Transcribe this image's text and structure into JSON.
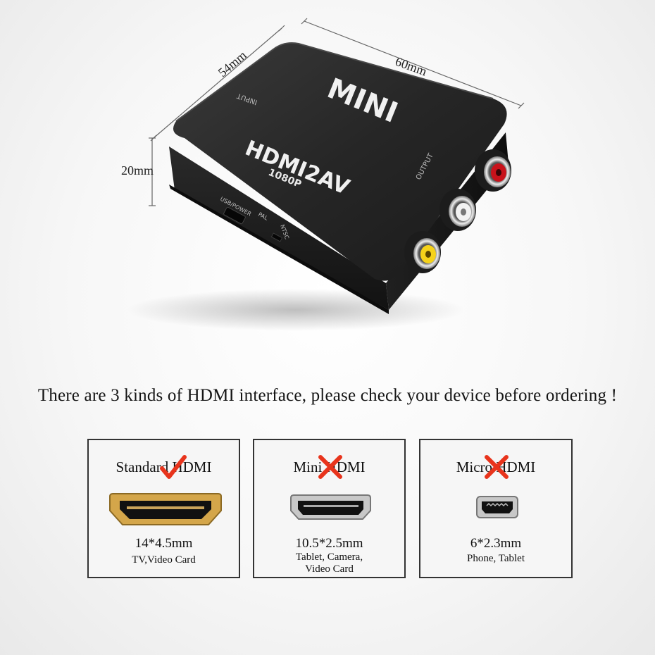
{
  "device": {
    "brand_label": "MINI",
    "model_label": "HDMI2AV",
    "resolution_label": "1080P",
    "input_label": "INPUT",
    "output_label": "OUTPUT",
    "usb_label": "USB/POWER",
    "pal_label": "PAL",
    "ntsc_label": "NTSC",
    "dimensions": {
      "length": "60mm",
      "width": "54mm",
      "height": "20mm"
    },
    "rca_colors": [
      "#c8121b",
      "#f2f2f2",
      "#f5d21a"
    ]
  },
  "headline": "There are 3 kinds of HDMI interface, please check your device before ordering !",
  "interfaces": [
    {
      "name": "Standard HDMI",
      "size": "14*4.5mm",
      "use_lines": [
        "TV,Video Card"
      ],
      "status": "check",
      "connector_color": "#d4a64a"
    },
    {
      "name": "Mini HDMI",
      "size": "10.5*2.5mm",
      "use_lines": [
        "Tablet, Camera,",
        "Video Card"
      ],
      "status": "cross",
      "connector_color": "#b8b8b8"
    },
    {
      "name": "Micro HDMI",
      "size": "6*2.3mm",
      "use_lines": [
        "Phone, Tablet"
      ],
      "status": "cross",
      "connector_color": "#b8b8b8"
    }
  ],
  "colors": {
    "check": "#e8341c",
    "cross": "#e8341c",
    "card_border": "#333333"
  }
}
